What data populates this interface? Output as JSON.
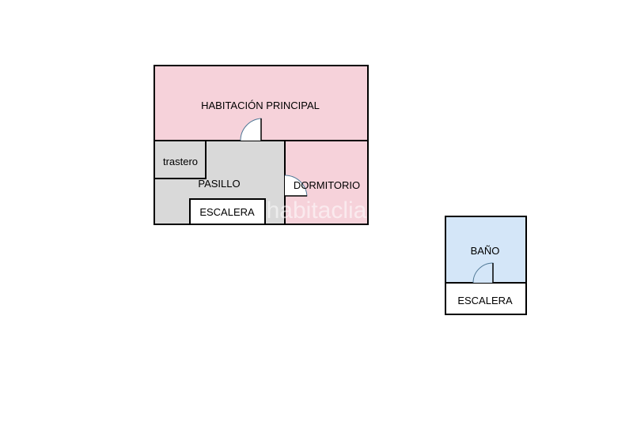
{
  "colors": {
    "wall": "#000000",
    "bedroom": "#f6d2da",
    "hall": "#d9d9d9",
    "bath": "#d4e6f8",
    "stair": "#ffffff",
    "door_arc": "#4f7896"
  },
  "rooms": {
    "main_bedroom": "HABITACIÓN PRINCIPAL",
    "storage": "trastero",
    "hallway": "PASILLO",
    "bedroom": "DORMITORIO",
    "stairs_1": "ESCALERA",
    "bathroom": "BAÑO",
    "stairs_2": "ESCALERA"
  },
  "watermark": "habitaclia"
}
